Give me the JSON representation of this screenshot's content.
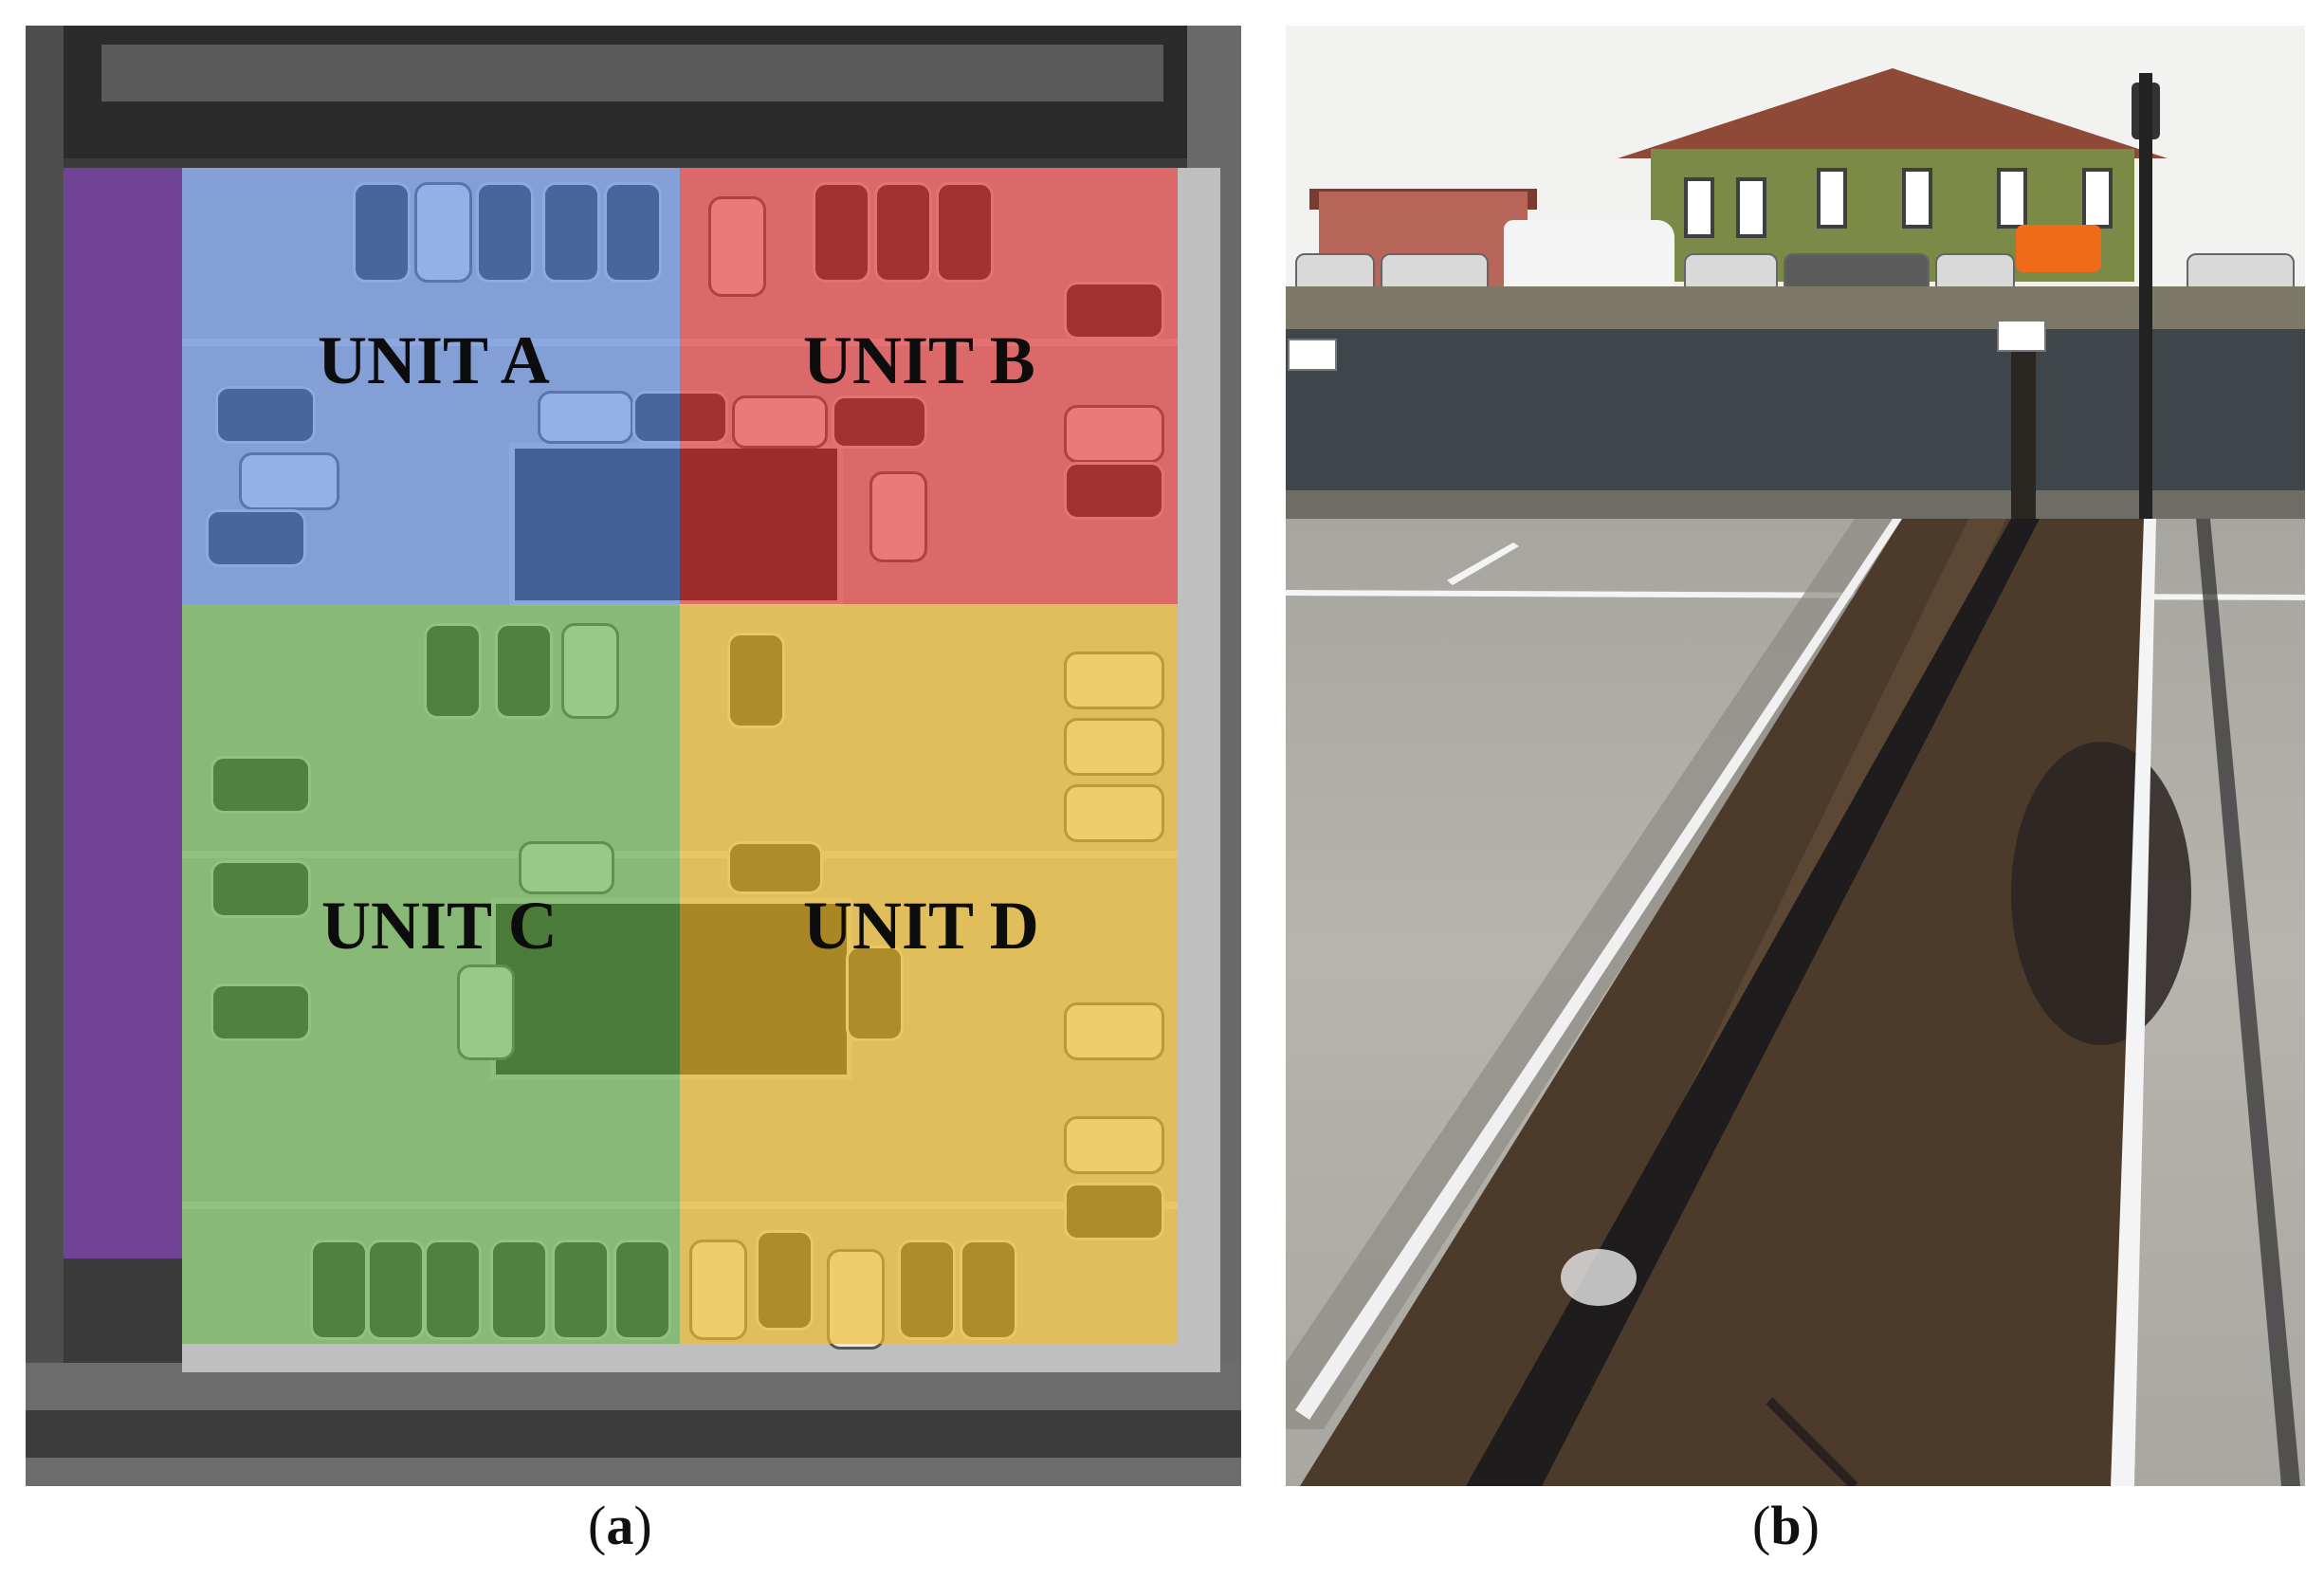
{
  "panel_a": {
    "units": {
      "a": "UNIT A",
      "b": "UNIT B",
      "c": "UNIT C",
      "d": "UNIT D"
    },
    "colors": {
      "unit_a": "#5c8be5",
      "unit_b": "#ec3434",
      "unit_c": "#68b44a",
      "unit_d": "#f0be28",
      "strip": "#8046af"
    }
  },
  "captions": {
    "a": "a",
    "b": "b"
  }
}
